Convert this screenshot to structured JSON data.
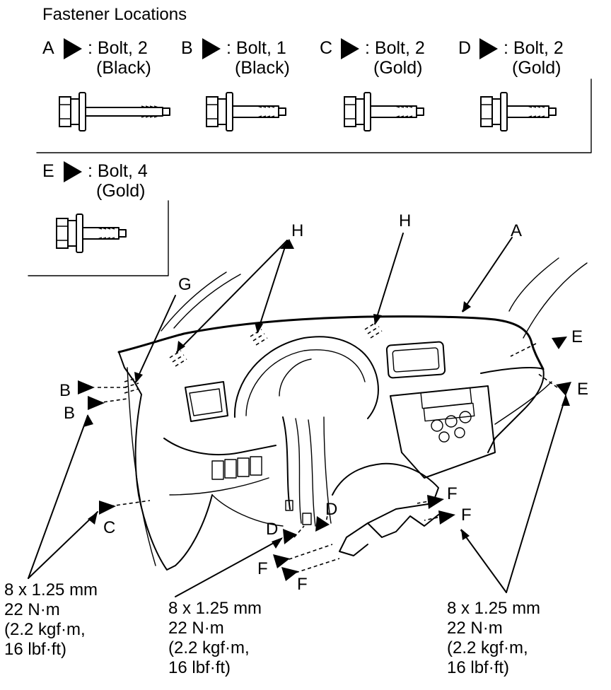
{
  "title": "Fastener Locations",
  "legend": [
    {
      "letter": "A",
      "line1": ": Bolt, 2",
      "line2": "(Black)"
    },
    {
      "letter": "B",
      "line1": ": Bolt, 1",
      "line2": "(Black)"
    },
    {
      "letter": "C",
      "line1": ": Bolt, 2",
      "line2": "(Gold)"
    },
    {
      "letter": "D",
      "line1": ": Bolt, 2",
      "line2": "(Gold)"
    },
    {
      "letter": "E",
      "line1": ": Bolt, 4",
      "line2": "(Gold)"
    }
  ],
  "callouts": {
    "H": "H",
    "A": "A",
    "G": "G",
    "B": "B",
    "C": "C",
    "D": "D",
    "E": "E",
    "F": "F"
  },
  "specs": {
    "line1": "8 x 1.25 mm",
    "line2": "22 N·m",
    "line3": "(2.2 kgf·m,",
    "line4": "16 lbf·ft)"
  }
}
